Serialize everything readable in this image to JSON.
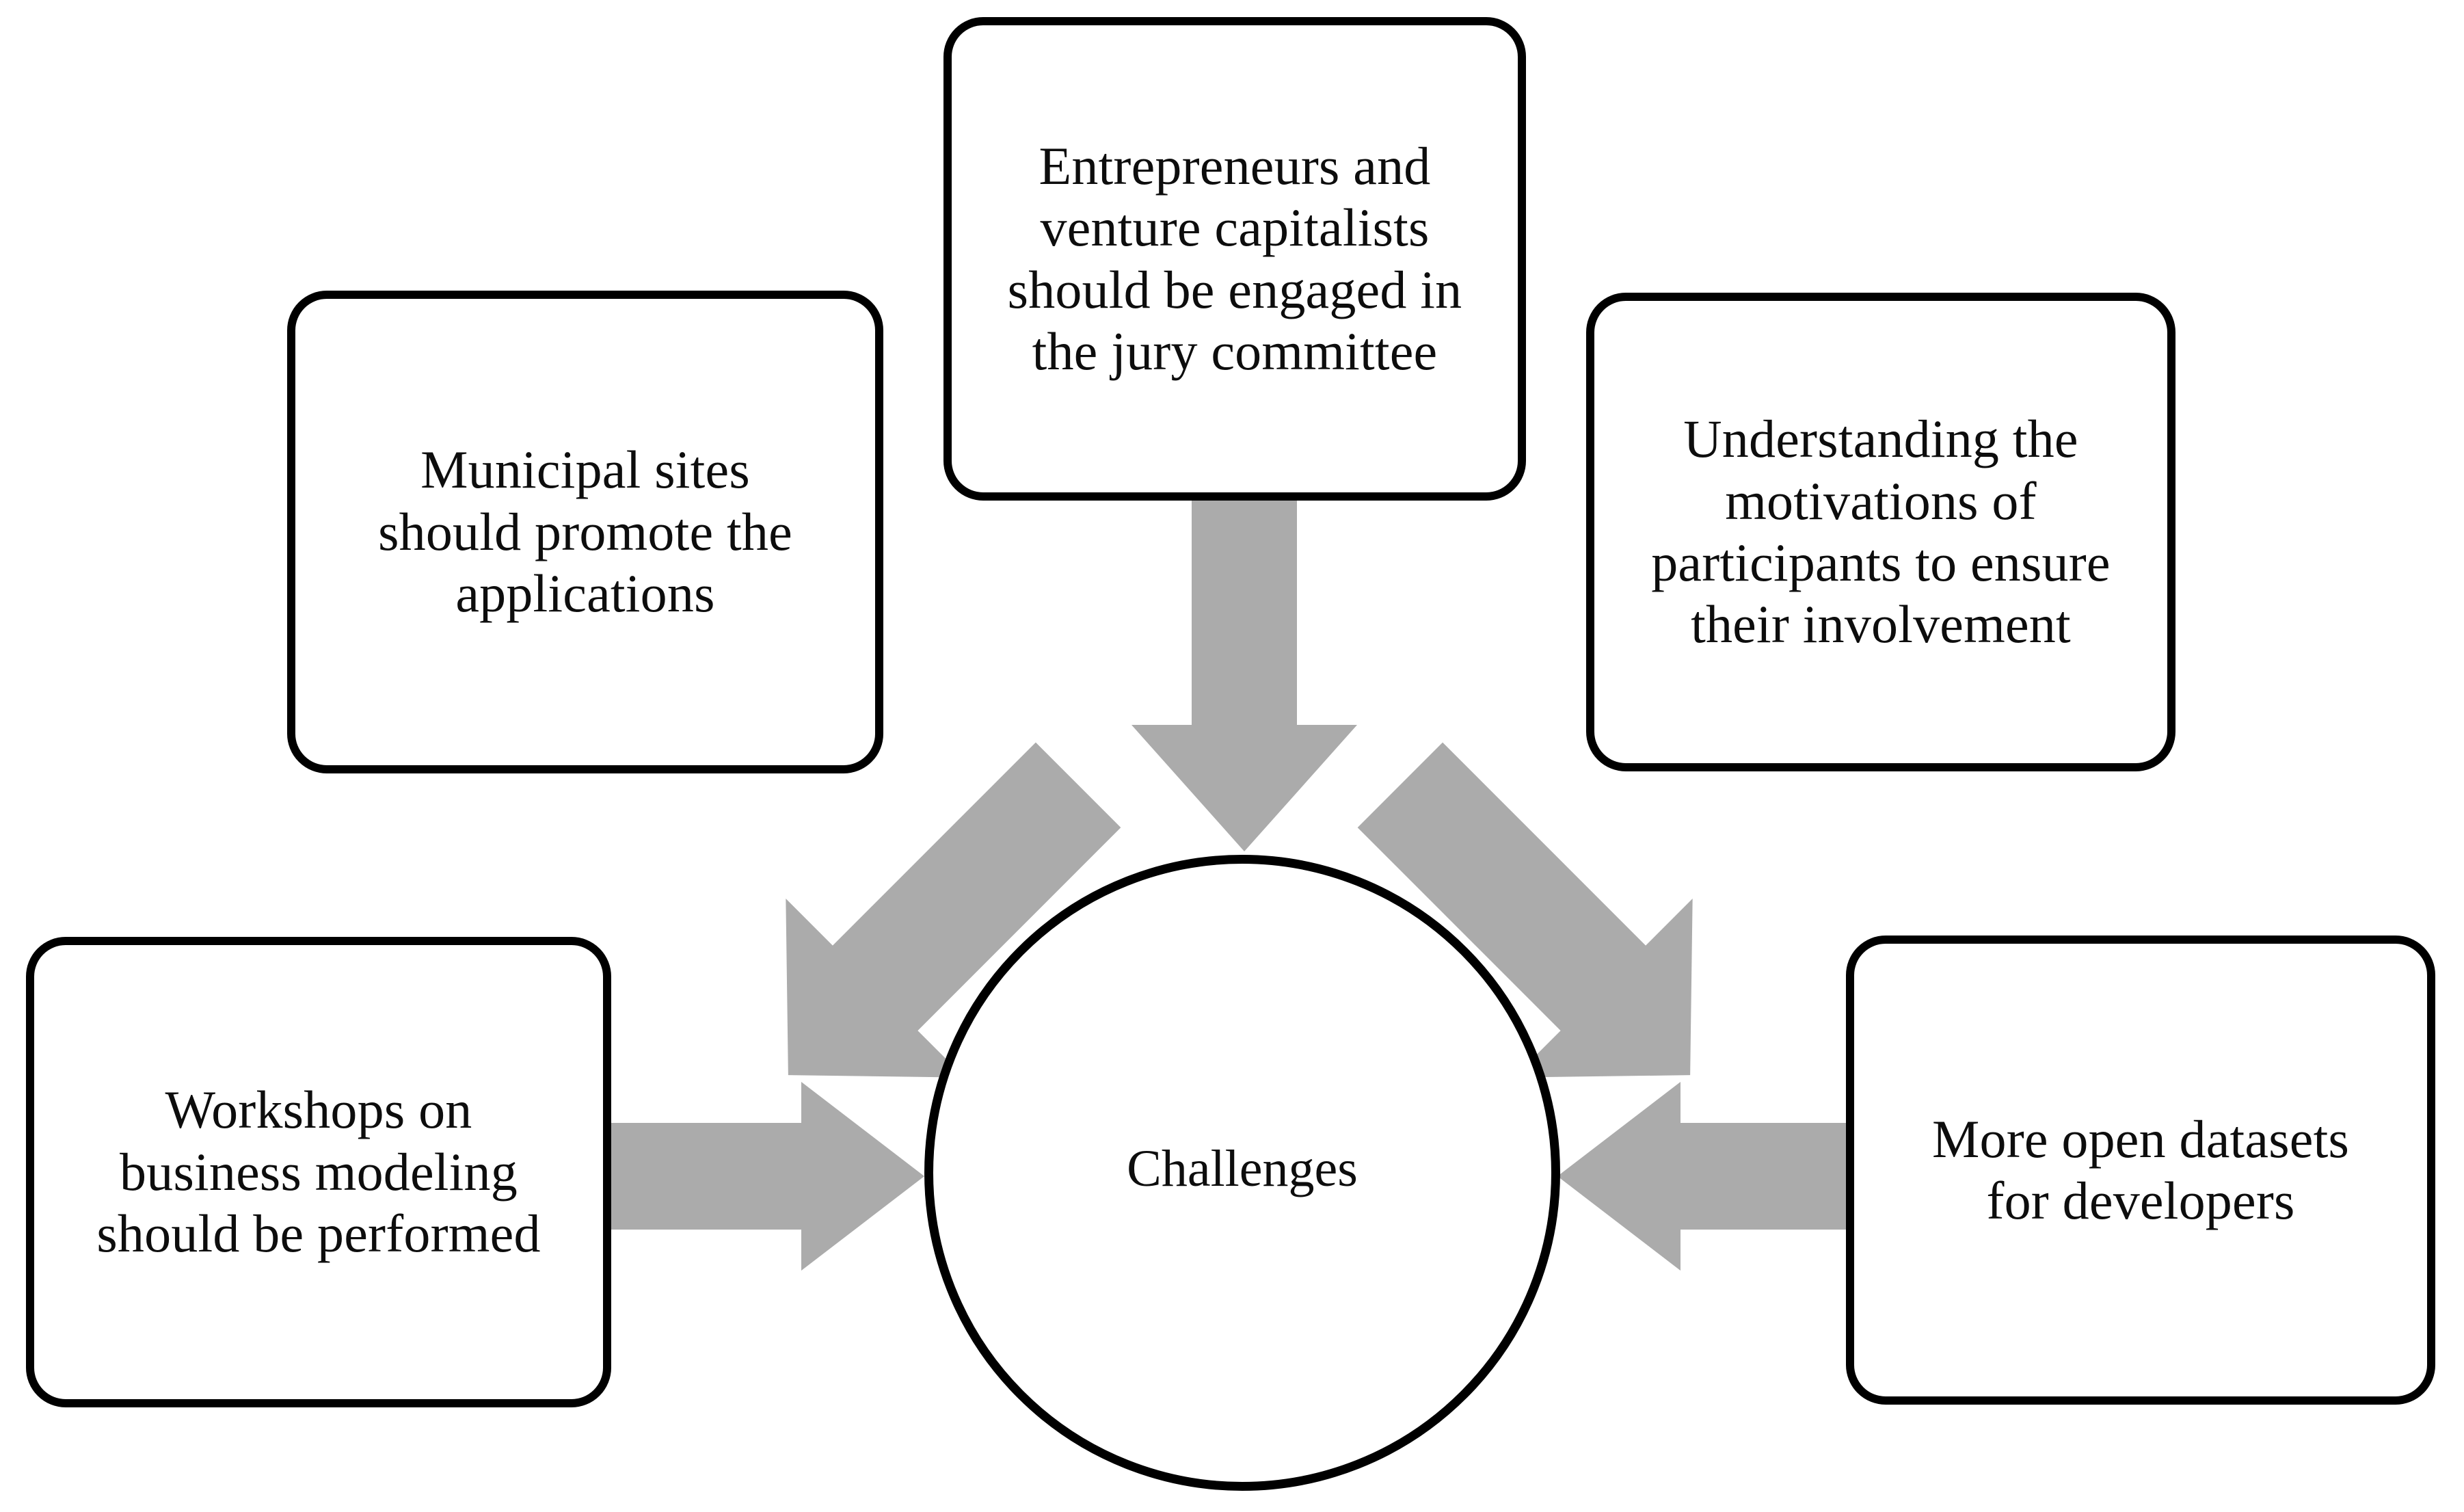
{
  "diagram": {
    "type": "hub-and-spoke",
    "center": {
      "shape": "circle",
      "label": "Challenges"
    },
    "nodes": [
      {
        "id": "municipal",
        "position": "top-left",
        "label": "Municipal  sites\nshould  promote  the\napplications"
      },
      {
        "id": "entrepreneurs",
        "position": "top-center",
        "label": "Entrepreneurs  and\nventure capitalists\nshould  be engaged in\nthe jury  committee"
      },
      {
        "id": "understanding",
        "position": "top-right",
        "label": "Understanding  the\nmotivations  of\nparticipants  to ensure\ntheir involvement"
      },
      {
        "id": "workshops",
        "position": "bottom-left",
        "label": "Workshops  on\nbusiness modeling\nshould  be performed"
      },
      {
        "id": "datasets",
        "position": "bottom-right",
        "label": "More open datasets\nfor developers"
      }
    ],
    "arrows": [
      {
        "id": "municipal-to-center",
        "from": "municipal",
        "to": "center",
        "direction": "down-right"
      },
      {
        "id": "entrepreneurs-to-center",
        "from": "entrepreneurs",
        "to": "center",
        "direction": "down"
      },
      {
        "id": "understanding-to-center",
        "from": "understanding",
        "to": "center",
        "direction": "down-left"
      },
      {
        "id": "workshops-to-center",
        "from": "workshops",
        "to": "center",
        "direction": "right"
      },
      {
        "id": "datasets-to-center",
        "from": "datasets",
        "to": "center",
        "direction": "left"
      }
    ],
    "colors": {
      "arrow_fill": "#ababab",
      "border": "#000000",
      "background": "#ffffff",
      "text": "#0d0d0d"
    }
  }
}
